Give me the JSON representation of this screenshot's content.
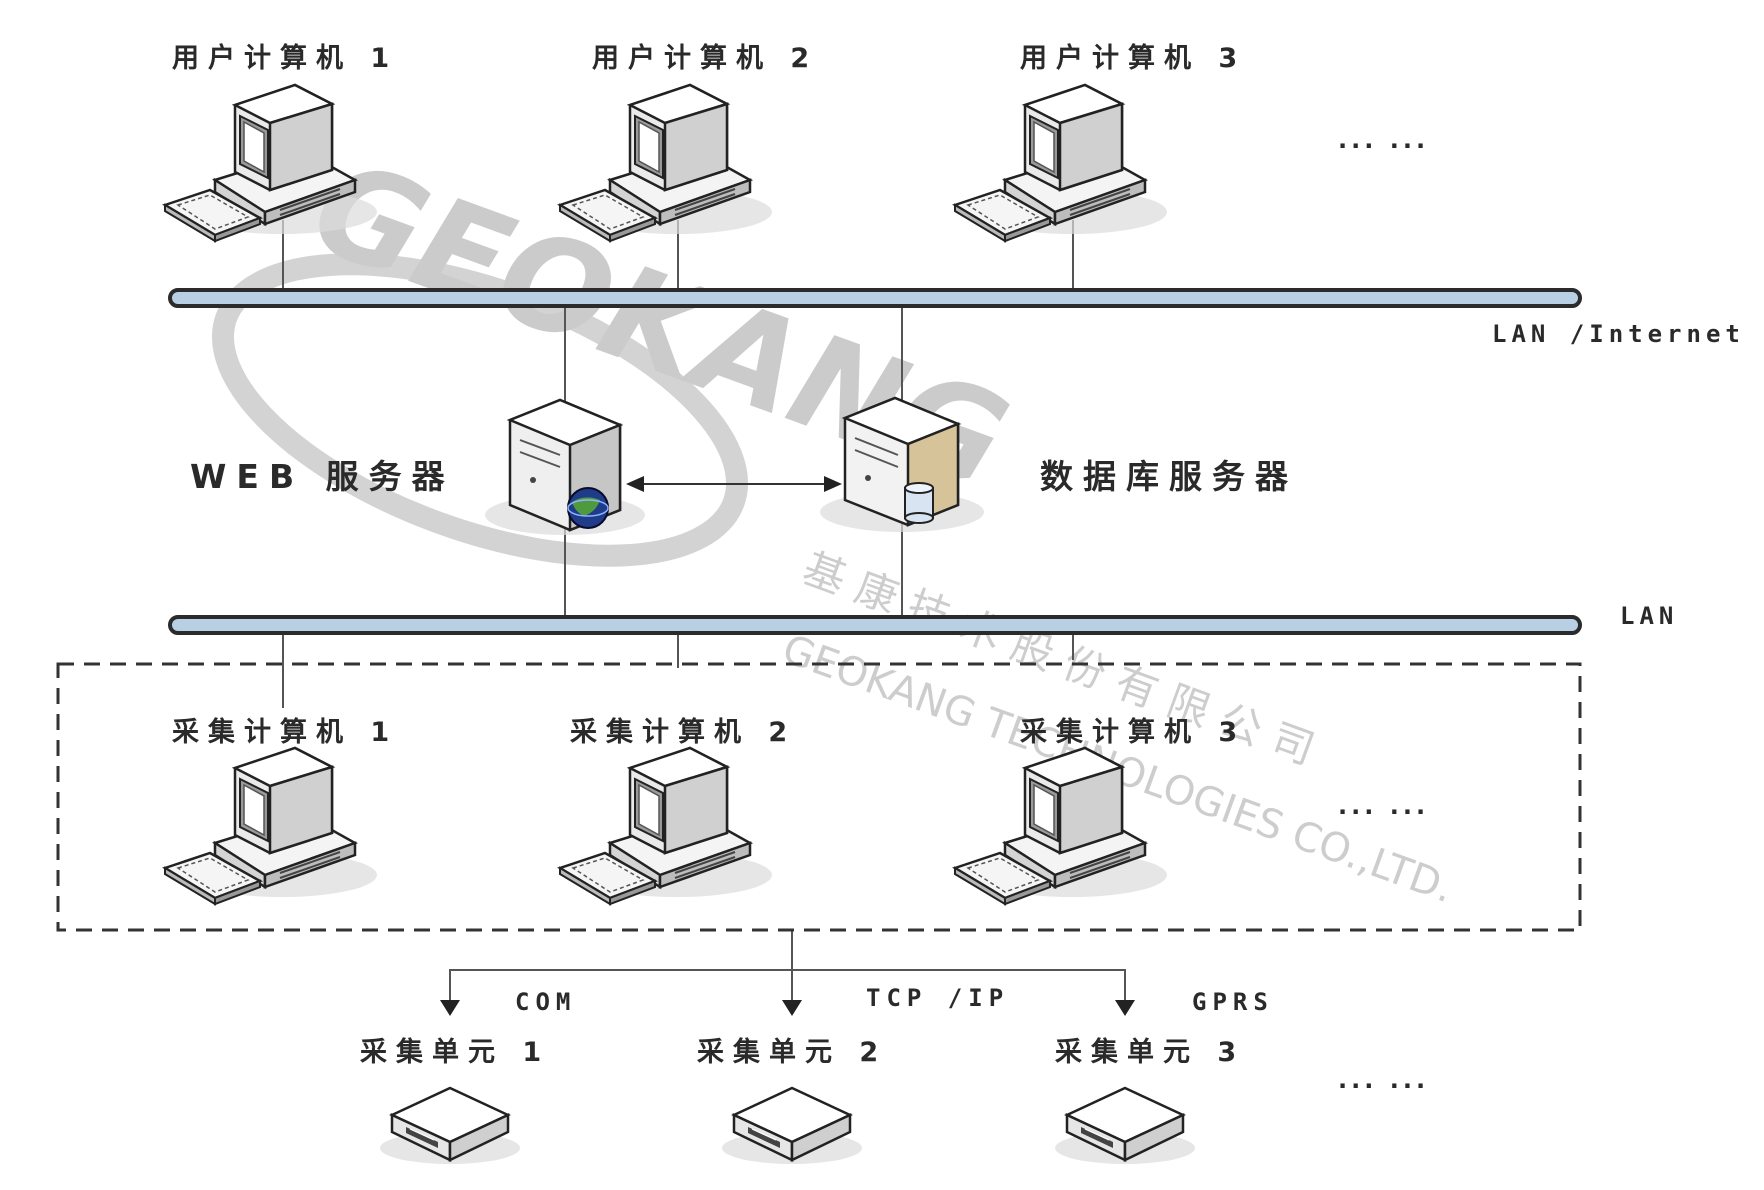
{
  "user_computers": [
    "用户计算机 1",
    "用户计算机 2",
    "用户计算机 3"
  ],
  "user_ellipsis": "··· ···",
  "network_top": "LAN /Internet",
  "web_server": "WEB 服务器",
  "db_server": "数据库服务器",
  "network_bottom": "LAN",
  "collect_computers": [
    "采集计算机 1",
    "采集计算机 2",
    "采集计算机 3"
  ],
  "collect_ellipsis": "··· ···",
  "protocols": [
    "COM",
    "TCP /IP",
    "GPRS"
  ],
  "collect_units": [
    "采集单元 1",
    "采集单元 2",
    "采集单元 3"
  ],
  "unit_ellipsis": "··· ···",
  "watermark": {
    "logo": "GEOKANG",
    "company_cn": "基康技术股份有限公司",
    "company_en": "GEOKANG TECHNOLOGIES CO.,LTD."
  },
  "colors": {
    "bus_fill": "#b8cfe4",
    "bus_stroke": "#2b2b2b",
    "line": "#555555",
    "text": "#2a2a2a",
    "watermark": "#c8c8c8"
  }
}
